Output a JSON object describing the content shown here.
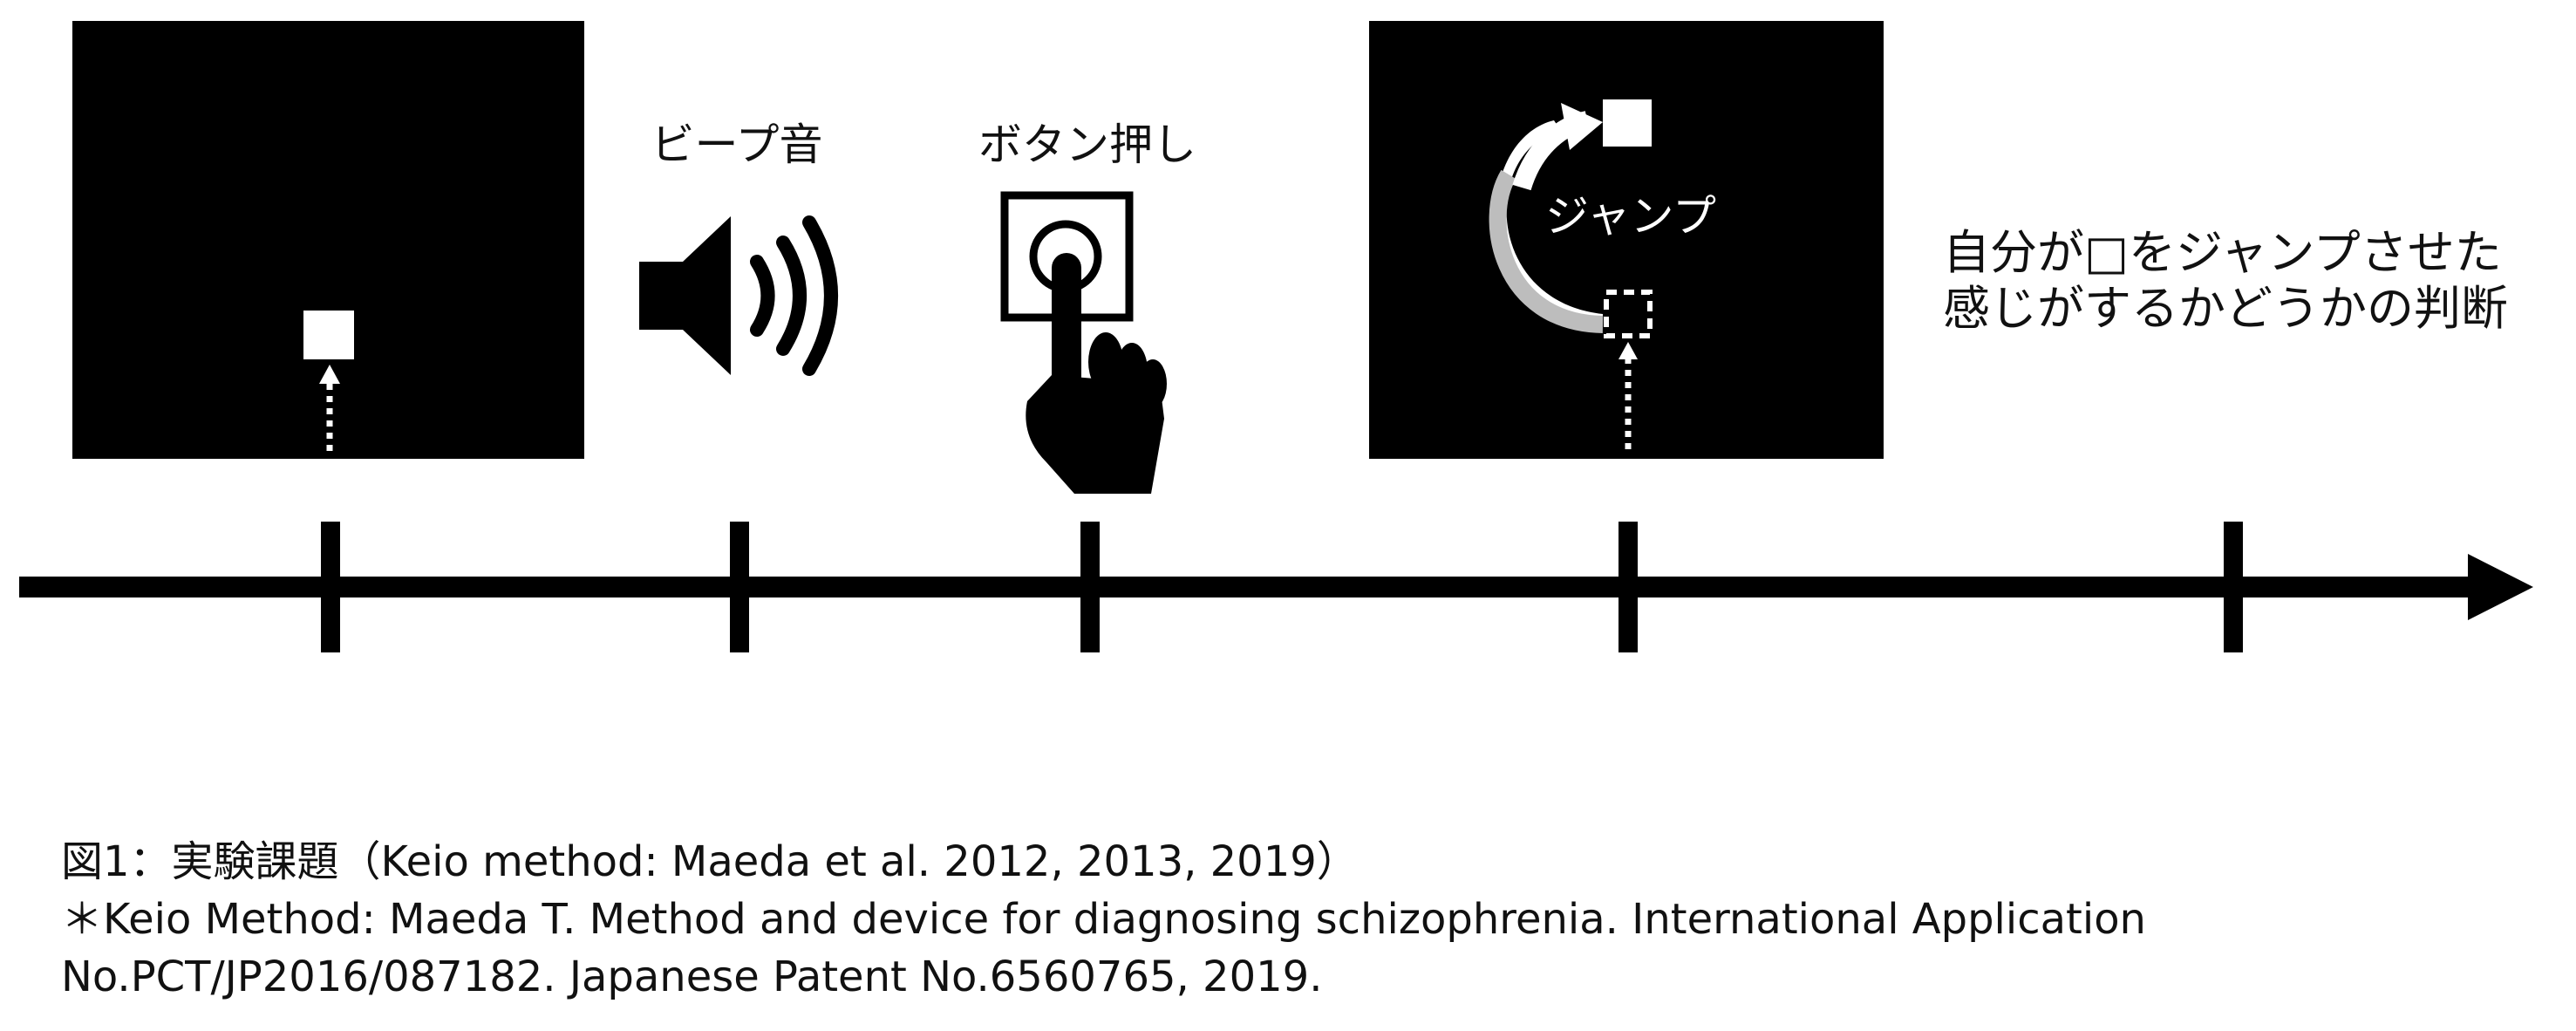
{
  "labels": {
    "beep": "ビープ音",
    "button_press": "ボタン押し",
    "jump": "ジャンプ",
    "judgment_line1": "自分が□をジャンプさせた",
    "judgment_line2": "感じがするかどうかの判断"
  },
  "caption": {
    "line1": "図1：実験課題（Keio method: Maeda et al. 2012, 2013, 2019）",
    "line2": "＊Keio Method: Maeda T. Method and device for diagnosing schizophrenia. International Application",
    "line3": "No.PCT/JP2016/087182. Japanese Patent No.6560765, 2019."
  },
  "icons": [
    "speaker-icon",
    "finger-press-button-icon",
    "jump-arrow-icon"
  ],
  "colors": {
    "ink": "#000000",
    "background": "#ffffff",
    "marker": "#ffffff"
  }
}
